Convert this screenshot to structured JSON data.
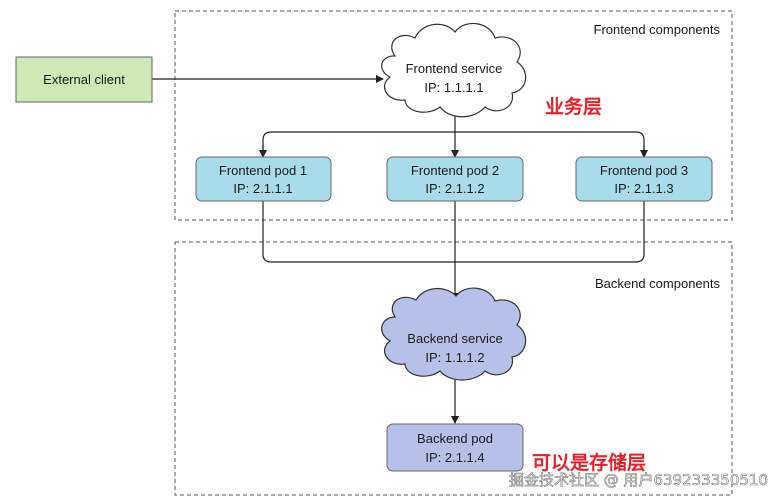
{
  "groups": {
    "frontend_label": "Frontend components",
    "backend_label": "Backend components"
  },
  "external_client": {
    "label": "External client"
  },
  "frontend_service": {
    "name": "Frontend service",
    "ip": "IP: 1.1.1.1"
  },
  "frontend_pods": [
    {
      "name": "Frontend pod 1",
      "ip": "IP: 2.1.1.1"
    },
    {
      "name": "Frontend pod 2",
      "ip": "IP: 2.1.1.2"
    },
    {
      "name": "Frontend pod 3",
      "ip": "IP: 2.1.1.3"
    }
  ],
  "backend_service": {
    "name": "Backend service",
    "ip": "IP: 1.1.1.2"
  },
  "backend_pod": {
    "name": "Backend pod",
    "ip": "IP: 2.1.1.4"
  },
  "annotations": {
    "business_layer": "业务层",
    "storage_layer": "可以是存储层"
  },
  "watermark": "掘金技术社区 @ 用户639233350510",
  "colors": {
    "client_fill": "#cfe8b6",
    "pod_fill": "#a8dcea",
    "backend_fill": "#b6c0e8",
    "annotation_red": "#e8202a"
  }
}
